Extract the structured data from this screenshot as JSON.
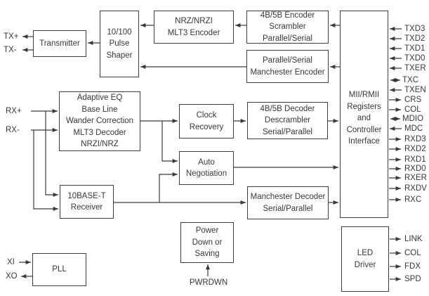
{
  "diagram": {
    "colors": {
      "line": "#3a3a3a",
      "text": "#383838",
      "background": "#ffffff"
    },
    "boxes": {
      "transmitter": {
        "label": "Transmitter"
      },
      "pulse_shaper": {
        "label": "10/100\nPulse\nShaper"
      },
      "nrz_mlt3_encoder": {
        "label": "NRZ/NRZI\nMLT3 Encoder"
      },
      "encoder_4b5b": {
        "label": "4B/5B Encoder\nScrambler\nParallel/Serial"
      },
      "manchester_encoder": {
        "label": "Parallel/Serial\nManchester Encoder"
      },
      "mii_interface": {
        "label": "MII/RMII\nRegisters\nand\nController\nInterface"
      },
      "adaptive_eq": {
        "label": "Adaptive EQ\nBase Line\nWander Correction\nMLT3 Decoder\nNRZI/NRZ"
      },
      "clock_recovery": {
        "label": "Clock\nRecovery"
      },
      "decoder_4b5b": {
        "label": "4B/5B Decoder\nDescrambler\nSerial/Parallel"
      },
      "auto_negotiation": {
        "label": "Auto\nNegotiation"
      },
      "receiver_10baset": {
        "label": "10BASE-T\nReceiver"
      },
      "manchester_decoder": {
        "label": "Manchester Decoder\nSerial/Parallel"
      },
      "power_down": {
        "label": "Power\nDown or\nSaving"
      },
      "pll": {
        "label": "PLL"
      },
      "led_driver": {
        "label": "LED\nDriver"
      }
    },
    "pins": {
      "tx_plus": "TX+",
      "tx_minus": "TX-",
      "rx_plus": "RX+",
      "rx_minus": "RX-",
      "xi": "XI",
      "xo": "XO",
      "pwrdwn": "PWRDWN"
    },
    "mii_signals": [
      {
        "name": "TXD3",
        "dir": "in"
      },
      {
        "name": "TXD2",
        "dir": "in"
      },
      {
        "name": "TXD1",
        "dir": "in"
      },
      {
        "name": "TXD0",
        "dir": "in"
      },
      {
        "name": "TXER",
        "dir": "in"
      },
      {
        "name": "TXC",
        "dir": "bidir"
      },
      {
        "name": "TXEN",
        "dir": "in"
      },
      {
        "name": "CRS",
        "dir": "out"
      },
      {
        "name": "COL",
        "dir": "out"
      },
      {
        "name": "MDIO",
        "dir": "bidir"
      },
      {
        "name": "MDC",
        "dir": "in"
      },
      {
        "name": "RXD3",
        "dir": "out"
      },
      {
        "name": "RXD2",
        "dir": "out"
      },
      {
        "name": "RXD1",
        "dir": "out"
      },
      {
        "name": "RXD0",
        "dir": "out"
      },
      {
        "name": "RXER",
        "dir": "out"
      },
      {
        "name": "RXDV",
        "dir": "out"
      },
      {
        "name": "RXC",
        "dir": "out"
      }
    ],
    "led_signals": [
      {
        "name": "LINK",
        "dir": "out"
      },
      {
        "name": "COL",
        "dir": "out"
      },
      {
        "name": "FDX",
        "dir": "out"
      },
      {
        "name": "SPD",
        "dir": "out"
      }
    ]
  }
}
